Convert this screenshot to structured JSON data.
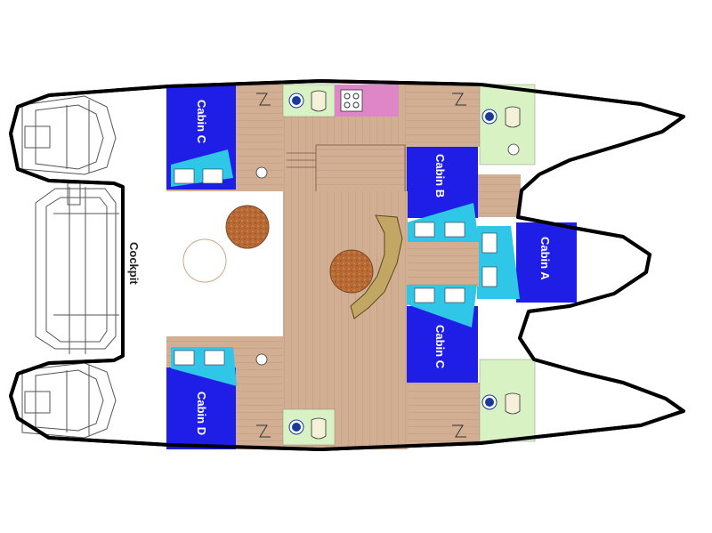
{
  "plan": {
    "cockpit_label": "Cockpit",
    "cabins": {
      "port_aft": "Cabin C",
      "stbd_aft": "Cabin D",
      "port_fwd": "Cabin B",
      "fwd": "Cabin A",
      "stbd_fwd": "Cabin C"
    }
  },
  "colors": {
    "cabin": "#1e1ee6",
    "wood": "#d2ae93",
    "bath": "#d8f2c4",
    "galley": "#df87c6",
    "bed": "#2fc6e8",
    "table": "#b86a34",
    "settee": "#c2a764"
  }
}
